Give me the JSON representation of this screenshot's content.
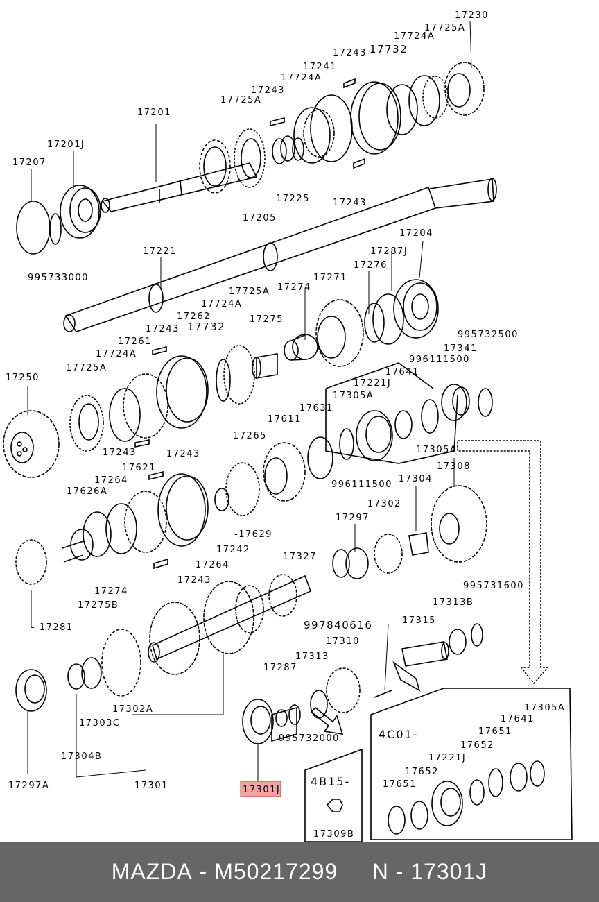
{
  "labels": {
    "p17230": "17230",
    "p17725A_a": "17725A",
    "p17724A_a": "17724A",
    "p17732_a": "17732",
    "p17243_a": "17243",
    "p17241": "17241",
    "p17724A_b": "17724A",
    "p17243_b": "17243",
    "p17725A_b": "17725A",
    "p17201": "17201",
    "p17201J": "17201J",
    "p17207": "17207",
    "p17225": "17225",
    "p17243_c": "17243",
    "p17205": "17205",
    "p995733000": "995733000",
    "p17221": "17221",
    "p17204": "17204",
    "p17287J": "17287J",
    "p17276": "17276",
    "p17271": "17271",
    "p17274_a": "17274",
    "p17725A_c": "17725A",
    "p17724A_c": "17724A",
    "p17262": "17262",
    "p17732_b": "17732",
    "p17275": "17275",
    "p17243_d": "17243",
    "p17261": "17261",
    "p17724A_d": "17724A",
    "p17725A_d": "17725A",
    "p17250": "17250",
    "p995732500": "995732500",
    "p996111500_a": "996111500",
    "p17341": "17341",
    "p17641_a": "17641",
    "p17221J_a": "17221J",
    "p17305A_a": "17305A",
    "p17631": "17631",
    "p17611": "17611",
    "p17265": "17265",
    "p17243_e": "17243",
    "p17243_f": "17243",
    "p17621": "17621",
    "p17264_a": "17264",
    "p17626A": "17626A",
    "p17305A_b": "17305A",
    "p996111500_b": "996111500",
    "p17308": "17308",
    "p17304": "17304",
    "p17302": "17302",
    "p17629": "-17629",
    "p17297": "17297",
    "p17242": "17242",
    "p17327": "17327",
    "p17264_b": "17264",
    "p17243_g": "17243",
    "p17274_b": "17274",
    "p17275B": "17275B",
    "p17281": "- 17281",
    "p995731600": "995731600",
    "p997840616": "997840616",
    "p17315": "17315",
    "p17313B": "17313B",
    "p17310": "17310",
    "p17313": "17313",
    "p17287": "17287",
    "p995732000": "995732000",
    "p17301J": "17301J",
    "p17303C": "17303C",
    "p17302A": "17302A",
    "p17304B": "17304B",
    "p17297A": "17297A",
    "p17301": "17301",
    "p4B15": "4B15-",
    "p17309B": "17309B",
    "p4C01": "4C01-",
    "p17305A_c": "17305A",
    "p17641_b": "17641",
    "p17651_a": "17651",
    "p17652_a": "17652",
    "p17221J_b": "17221J",
    "p17652_b": "17652",
    "p17651_b": "17651"
  },
  "highlight_color": "#f4a3a3",
  "footer": {
    "brand": "MAZDA",
    "part_number": "M50217299",
    "ref": "N - 17301J"
  }
}
